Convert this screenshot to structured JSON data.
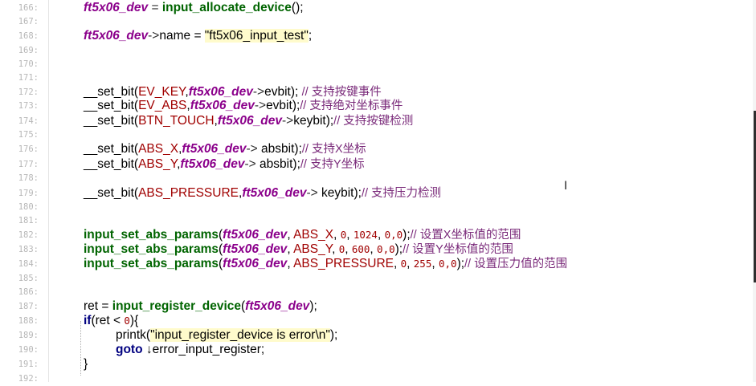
{
  "editor": {
    "line_numbers": [
      "166:",
      "167:",
      "168:",
      "169:",
      "170:",
      "171:",
      "172:",
      "173:",
      "174:",
      "175:",
      "176:",
      "177:",
      "178:",
      "179:",
      "180:",
      "181:",
      "182:",
      "183:",
      "184:",
      "185:",
      "186:",
      "187:",
      "188:",
      "189:",
      "190:",
      "191:",
      "192:"
    ],
    "lines": {
      "l166": {
        "var": "ft5x06_dev",
        "op": " = ",
        "fn": "input_allocate_device",
        "tail": "();"
      },
      "l168": {
        "var": "ft5x06_dev",
        "arrow": "->",
        "field": "name = ",
        "str": "\"ft5x06_input_test\"",
        "tail": ";"
      },
      "l172": {
        "call": "__set_bit(",
        "mac": "EV_KEY",
        "comma": ",",
        "var": "ft5x06_dev",
        "arrow": "->",
        "field": "evbit",
        "tail": "); ",
        "comment": "// 支持按键事件"
      },
      "l173": {
        "call": "__set_bit(",
        "mac": "EV_ABS",
        "comma": ",",
        "var": "ft5x06_dev",
        "arrow": "->",
        "field": "evbit",
        "tail": ");",
        "comment": "// 支持绝对坐标事件"
      },
      "l174": {
        "call": "__set_bit(",
        "mac": "BTN_TOUCH",
        "comma": ",",
        "var": "ft5x06_dev",
        "arrow": "->",
        "field": "keybit",
        "tail": ");",
        "comment": "// 支持按键检测"
      },
      "l176": {
        "call": "__set_bit(",
        "mac": "ABS_X",
        "comma": ",",
        "var": "ft5x06_dev",
        "arrow": "->",
        "field": " absbit",
        "tail": ");",
        "comment": "// 支持X坐标"
      },
      "l177": {
        "call": "__set_bit(",
        "mac": "ABS_Y",
        "comma": ",",
        "var": "ft5x06_dev",
        "arrow": "->",
        "field": " absbit",
        "tail": ");",
        "comment": "// 支持Y坐标"
      },
      "l179": {
        "call": "__set_bit(",
        "mac": "ABS_PRESSURE",
        "comma": ",",
        "var": "ft5x06_dev",
        "arrow": "->",
        "field": " keybit",
        "tail": ");",
        "comment": "// 支持压力检测"
      },
      "l182": {
        "fn": "input_set_abs_params",
        "open": "(",
        "var": "ft5x06_dev",
        "sep": ", ",
        "mac": "ABS_X",
        "sep2": ", ",
        "n1": "0",
        "sep3": ", ",
        "n2": "1024",
        "sep4": ", ",
        "n3": "0,0",
        "tail": ");",
        "comment": "// 设置X坐标值的范围"
      },
      "l183": {
        "fn": "input_set_abs_params",
        "open": "(",
        "var": "ft5x06_dev",
        "sep": ", ",
        "mac": "ABS_Y",
        "sep2": ", ",
        "n1": "0",
        "sep3": ", ",
        "n2": "600",
        "sep4": ", ",
        "n3": "0,0",
        "tail": ");",
        "comment": "// 设置Y坐标值的范围"
      },
      "l184": {
        "fn": "input_set_abs_params",
        "open": "(",
        "var": "ft5x06_dev",
        "sep": ", ",
        "mac": "ABS_PRESSURE",
        "sep2": ", ",
        "n1": "0",
        "sep3": ", ",
        "n2": "255",
        "sep4": ", ",
        "n3": "0,0",
        "tail": ");",
        "comment": "// 设置压力值的范围"
      },
      "l187": {
        "head": "ret = ",
        "fn": "input_register_device",
        "open": "(",
        "var": "ft5x06_dev",
        "tail": ");"
      },
      "l188": {
        "kw": "if",
        "open": "(ret < ",
        "num": "0",
        "tail": "){"
      },
      "l189": {
        "head": "printk(",
        "str": "\"input_register_device is error\\n\"",
        "tail": ");"
      },
      "l190": {
        "kw": "goto",
        "label": " ↓error_input_register",
        "tail": ";"
      },
      "l191": {
        "brace": "}"
      }
    }
  },
  "colors": {
    "function": "#006400",
    "variable": "#8b008b",
    "macro": "#a00000",
    "comment": "#7a2a7a",
    "string_bg": "#fffbcc"
  }
}
